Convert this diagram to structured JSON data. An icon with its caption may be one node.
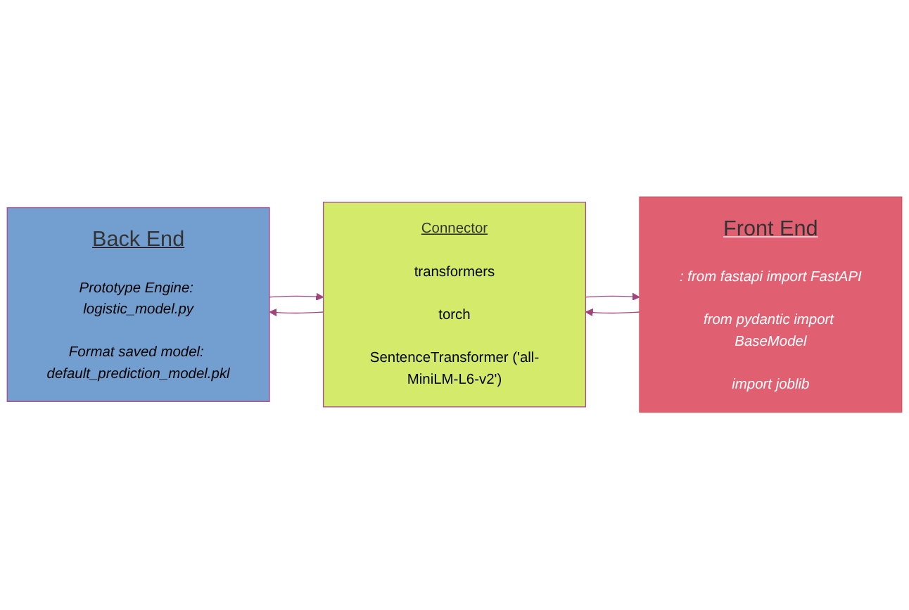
{
  "diagram": {
    "nodes": [
      {
        "text": [
          "Back End",
          "Prototype Engine: logistic_model.py",
          "Format saved model: default_prediction_model.pkl"
        ]
      },
      {
        "text": [
          "Connector",
          "transformers",
          "torch",
          "SentenceTransformer ('all-MiniLM-L6-v2')"
        ]
      },
      {
        "text": [
          "Front End",
          ": from fastapi import FastAPI",
          "from pydantic import BaseModel",
          "import joblib"
        ]
      }
    ],
    "edges": [
      {
        "from": 0,
        "to": 1,
        "arrow": "to"
      },
      {
        "from": 1,
        "to": 2,
        "arrow": "to"
      },
      {
        "from": 2,
        "to": 1,
        "arrow": "to"
      },
      {
        "from": 1,
        "to": 0,
        "arrow": "to"
      }
    ]
  }
}
